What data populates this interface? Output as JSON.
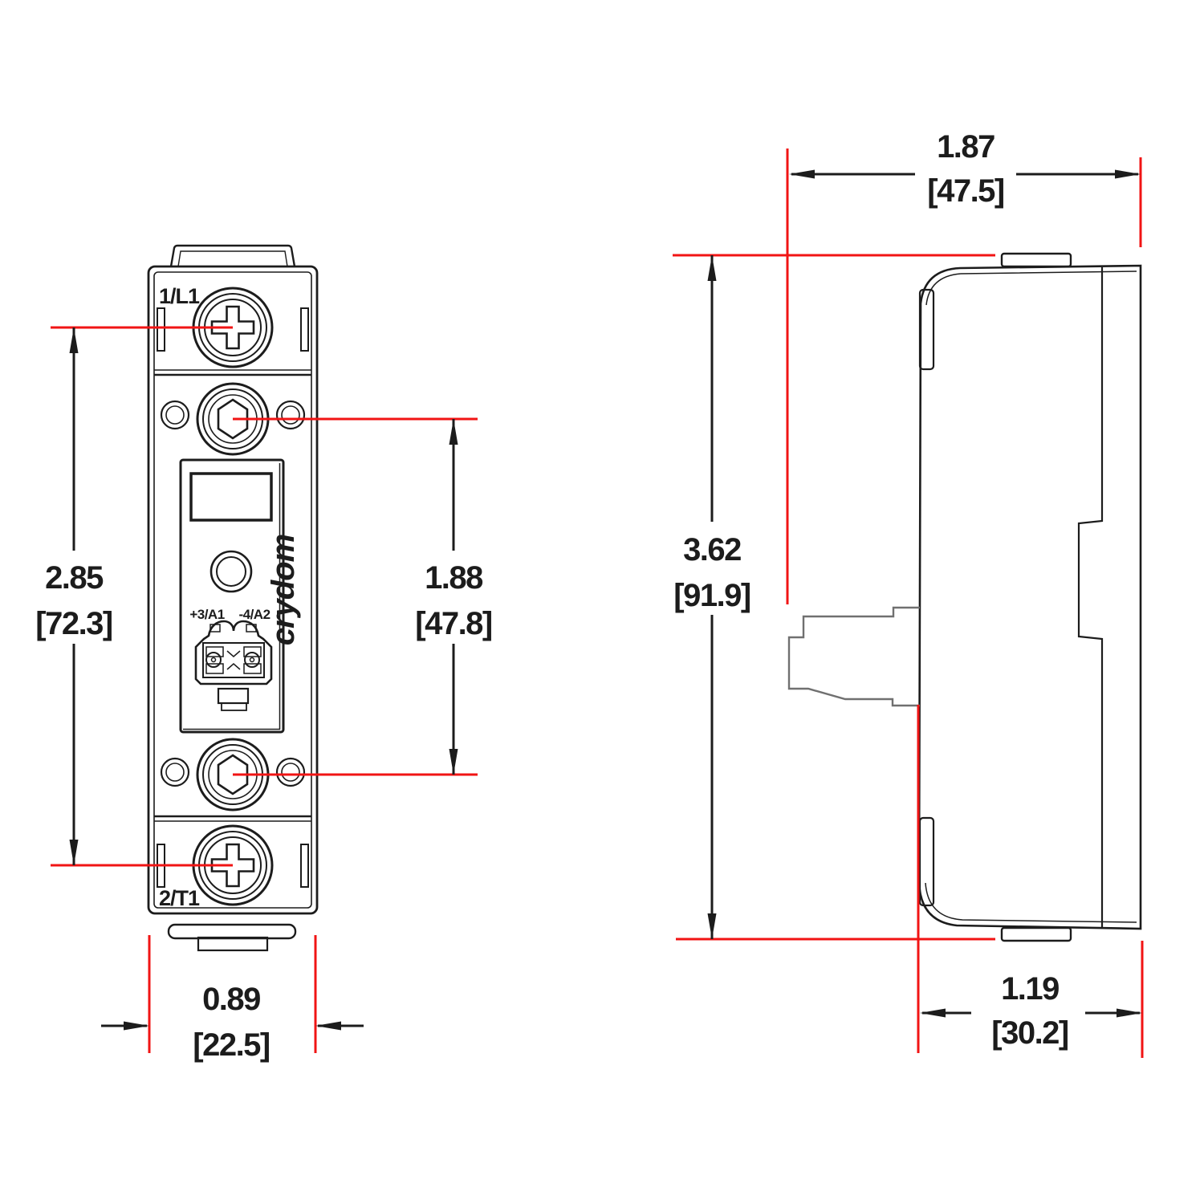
{
  "drawing": {
    "brand": "crydom",
    "front_view": {
      "terminal_top_label": "1/L1",
      "terminal_bottom_label": "2/T1",
      "control_positive_label": "+3/A1",
      "control_negative_label": "-4/A2"
    },
    "dimensions": {
      "front_height": {
        "in": "2.85",
        "mm": "[72.3]"
      },
      "hex_screw_spacing": {
        "in": "1.88",
        "mm": "[47.8]"
      },
      "front_width": {
        "in": "0.89",
        "mm": "[22.5]"
      },
      "side_width": {
        "in": "1.87",
        "mm": "[47.5]"
      },
      "side_height": {
        "in": "3.62",
        "mm": "[91.9]"
      },
      "side_depth": {
        "in": "1.19",
        "mm": "[30.2]"
      }
    },
    "colors": {
      "line": "#1c1c1c",
      "dimension_red": "#f11414",
      "din_foot_gray": "#707070",
      "background": "#ffffff"
    }
  }
}
